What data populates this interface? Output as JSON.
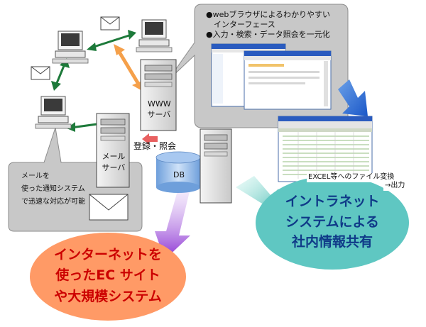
{
  "bubble_top": {
    "line1": "●webブラウザによるわかりやすい",
    "line2": "　インターフェース",
    "line3": "●入力・検索・データ照会を一元化"
  },
  "bubble_left": {
    "line1": "メールを",
    "line2": "使った通知システム",
    "line3": "で迅速な対応が可能"
  },
  "www_server": {
    "line1": "WWW",
    "line2": "サーバ"
  },
  "mail_server": {
    "line1": "メール",
    "line2": "サーバ"
  },
  "db_label": "DB",
  "register_label": "登録・照会",
  "excel": {
    "line1": "EXCEL等へのファイル変換",
    "line2": "→出力"
  },
  "ec_ellipse": {
    "line1": "インターネットを",
    "line2": "使ったEC サイト",
    "line3": "や大規模システム"
  },
  "intranet_ellipse": {
    "line1": "イントラネット",
    "line2": "システムによる",
    "line3": "社内情報共有"
  },
  "colors": {
    "ec_fill": "#ff9a66",
    "ec_text": "#cc0000",
    "intranet_fill": "#5fc7c2",
    "intranet_text": "#0f3a88",
    "bubble_fill": "#c8c8c8",
    "green_arrow": "#1d7a3a",
    "orange_arrow": "#f5a04a",
    "purple_arrow": "#9c4fd6"
  }
}
